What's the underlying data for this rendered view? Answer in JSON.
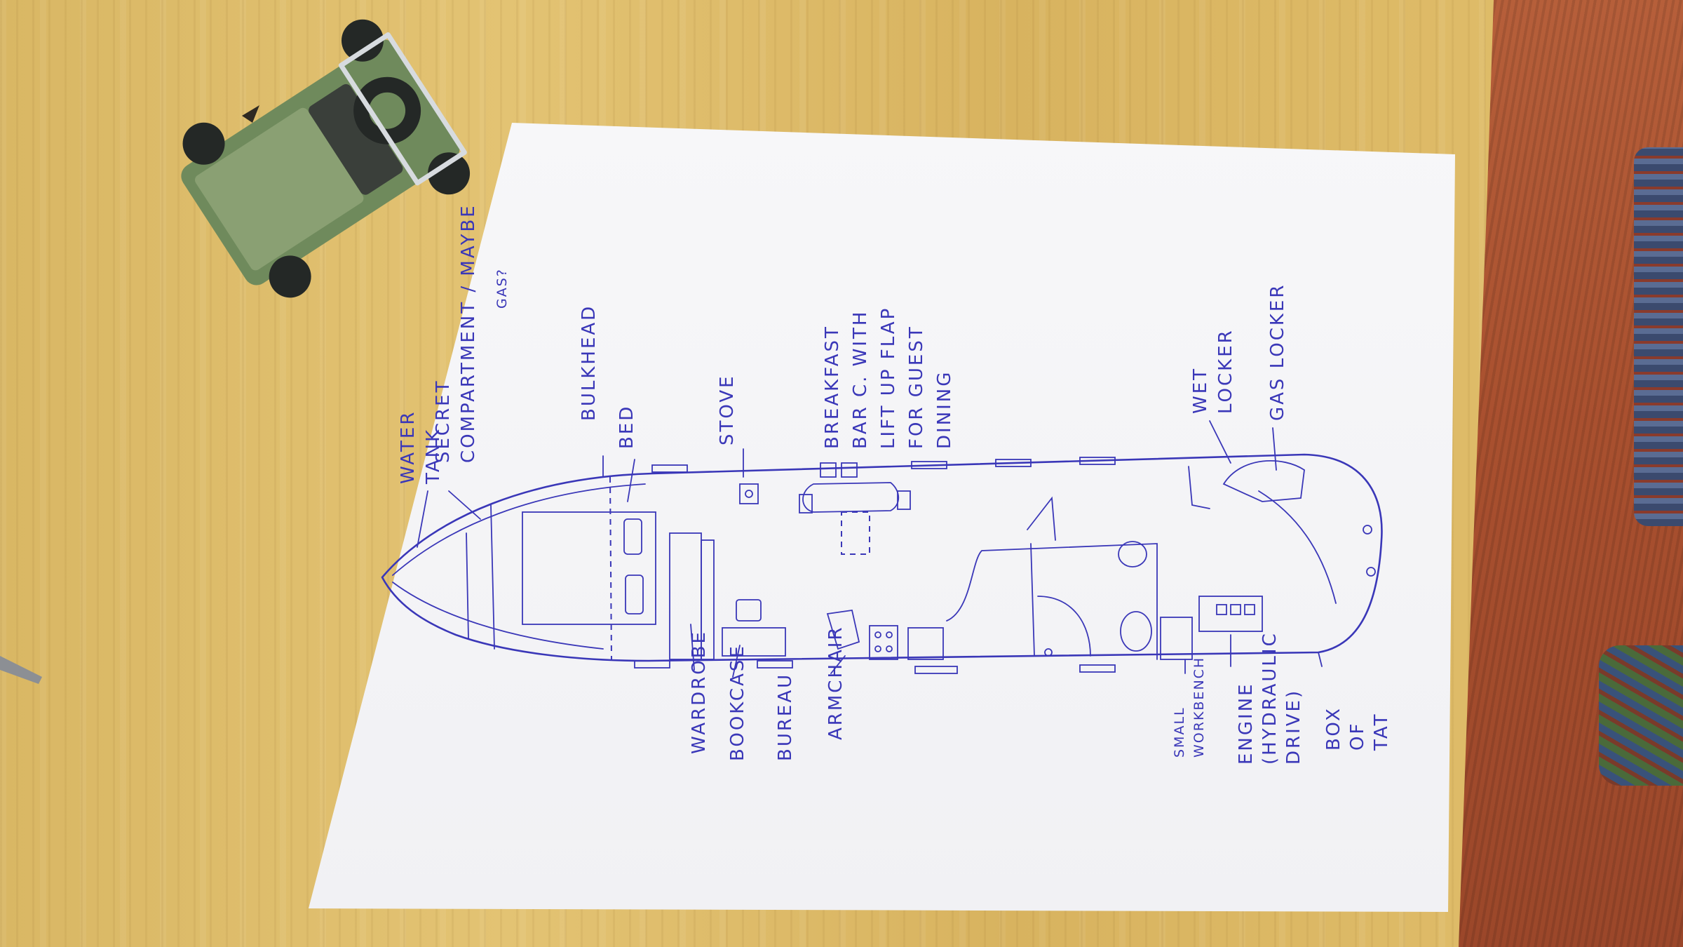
{
  "sketch": {
    "labels": {
      "water_tank": [
        "WATER",
        "TANK"
      ],
      "secret_compartment": [
        "SECRET",
        "COMPARTMENT / MAYBE",
        "GAS?"
      ],
      "bulkhead": "BULKHEAD",
      "bed": "BED",
      "stove": "STOVE",
      "breakfast_bar": [
        "BREAKFAST",
        "BAR C. WITH",
        "LIFT UP FLAP",
        "FOR GUEST",
        "DINING"
      ],
      "wet_locker": [
        "WET",
        "LOCKER"
      ],
      "gas_locker": "GAS LOCKER",
      "wardrobe": "WARDROBE",
      "bookcase": "BOOKCASE",
      "bureau": "BUREAU",
      "armchair": "ARMCHAIR",
      "small_workbench": [
        "SMALL",
        "WORKBENCH"
      ],
      "engine": [
        "ENGINE",
        "(HYDRAULIC",
        "DRIVE)"
      ],
      "box_of_tat": [
        "BOX",
        "OF",
        "TAT"
      ]
    }
  },
  "colors": {
    "ink": "#3a37b8",
    "table": "#dcb968",
    "paper": "#f4f4f6",
    "cloth": "#a9502f",
    "toy": "#6f8a5c"
  }
}
